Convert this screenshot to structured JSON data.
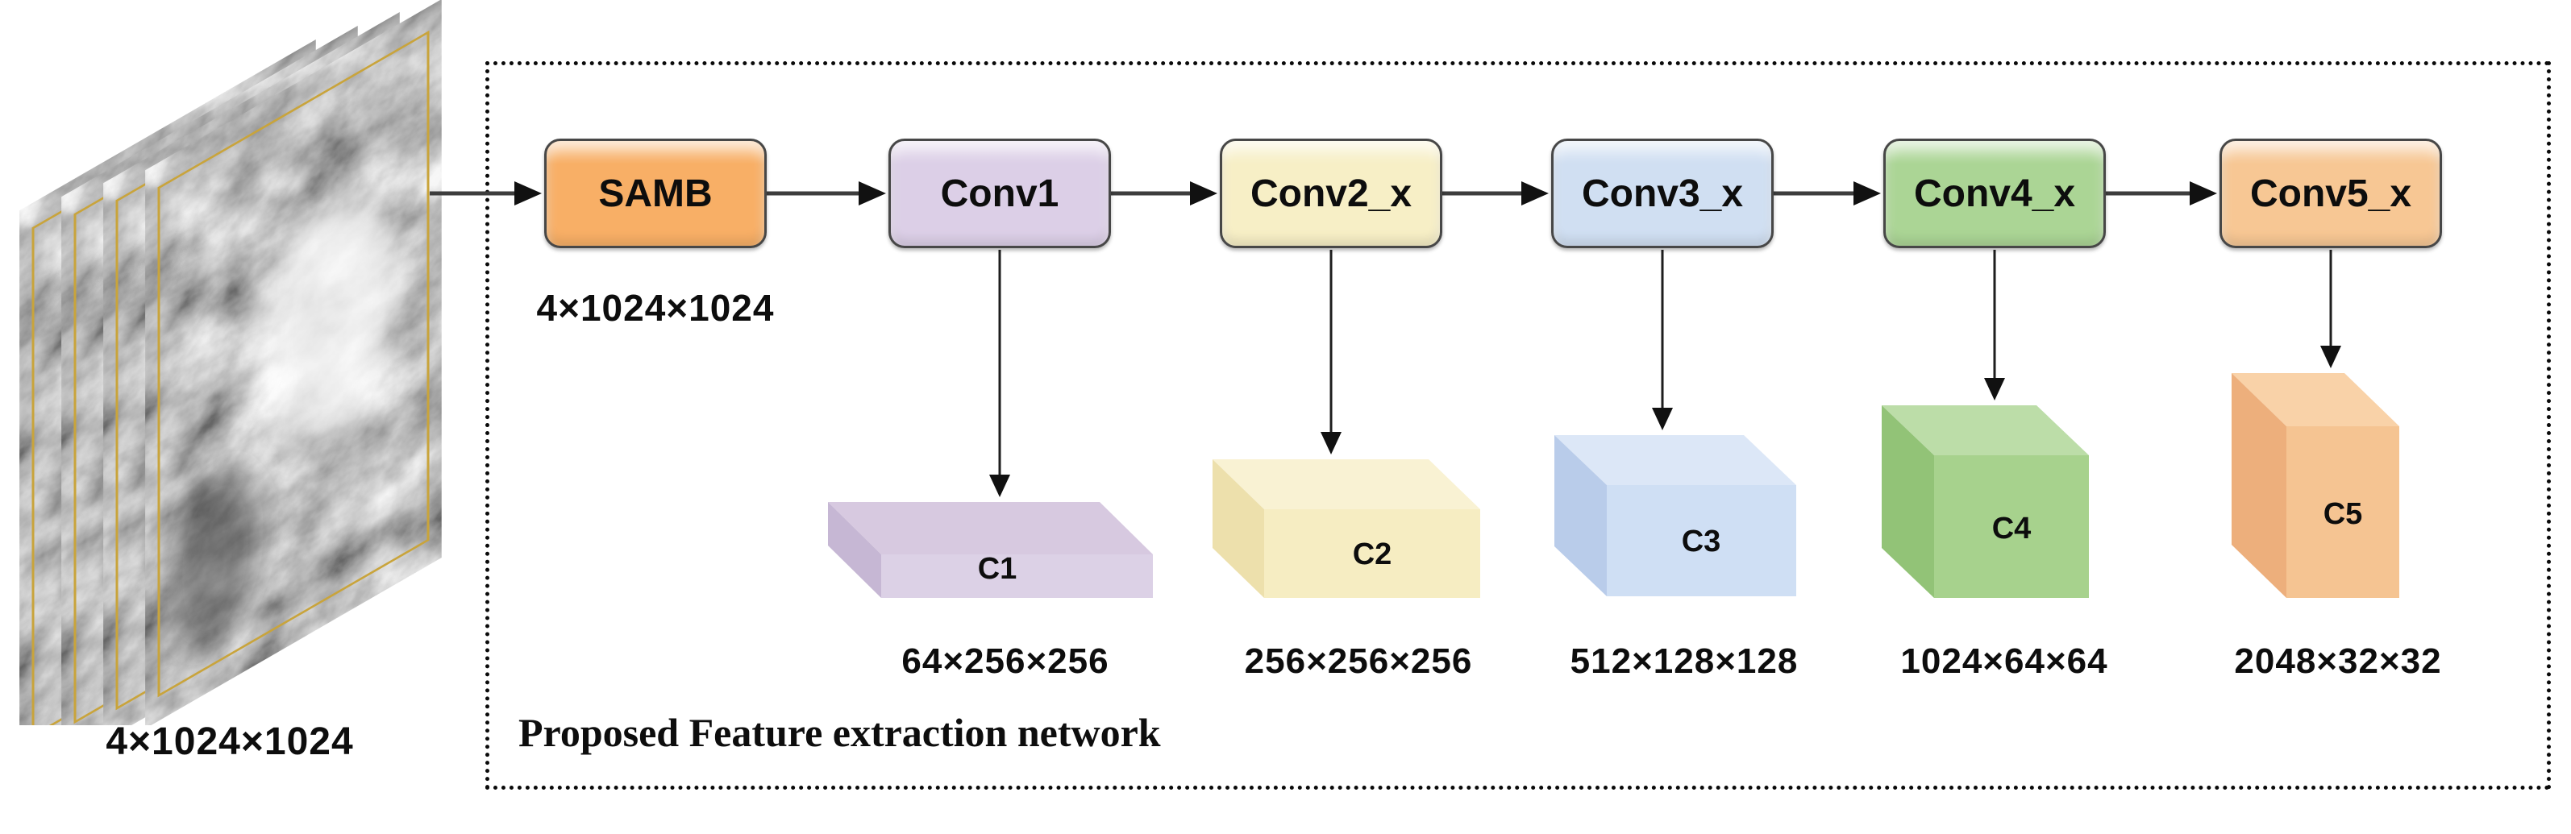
{
  "input_stack": {
    "dims_label": "4×1024×1024"
  },
  "frame": {
    "caption": "Proposed Feature extraction network"
  },
  "samb": {
    "label": "SAMB",
    "dims_label": "4×1024×1024"
  },
  "stages": [
    {
      "label": "Conv1",
      "cube": "C1",
      "dims": "64×256×256"
    },
    {
      "label": "Conv2_x",
      "cube": "C2",
      "dims": "256×256×256"
    },
    {
      "label": "Conv3_x",
      "cube": "C3",
      "dims": "512×128×128"
    },
    {
      "label": "Conv4_x",
      "cube": "C4",
      "dims": "1024×64×64"
    },
    {
      "label": "Conv5_x",
      "cube": "C5",
      "dims": "2048×32×32"
    }
  ],
  "colors": {
    "samb_box": "#F8AF66",
    "conv1_box": "#DCCFE7",
    "conv2_box": "#F7EFC6",
    "conv3_box": "#D0DFF2",
    "conv4_box": "#ABD595",
    "conv5_box": "#F7C794",
    "c1": {
      "top": "#D7C9E0",
      "front": "#DCD1E6",
      "side": "#C6B7D4"
    },
    "c2": {
      "top": "#F9F2D3",
      "front": "#F6EDC2",
      "side": "#EDE0AC"
    },
    "c3": {
      "top": "#DCE7F7",
      "front": "#CFDFF4",
      "side": "#B9CCEA"
    },
    "c4": {
      "top": "#BCDDA8",
      "front": "#A7D28D",
      "side": "#92C377"
    },
    "c5": {
      "top": "#F9D2A8",
      "front": "#F5C492",
      "side": "#EDAF7C"
    },
    "arrow_line": "#3d3d3d",
    "sheet_border": "#C9A43B"
  }
}
